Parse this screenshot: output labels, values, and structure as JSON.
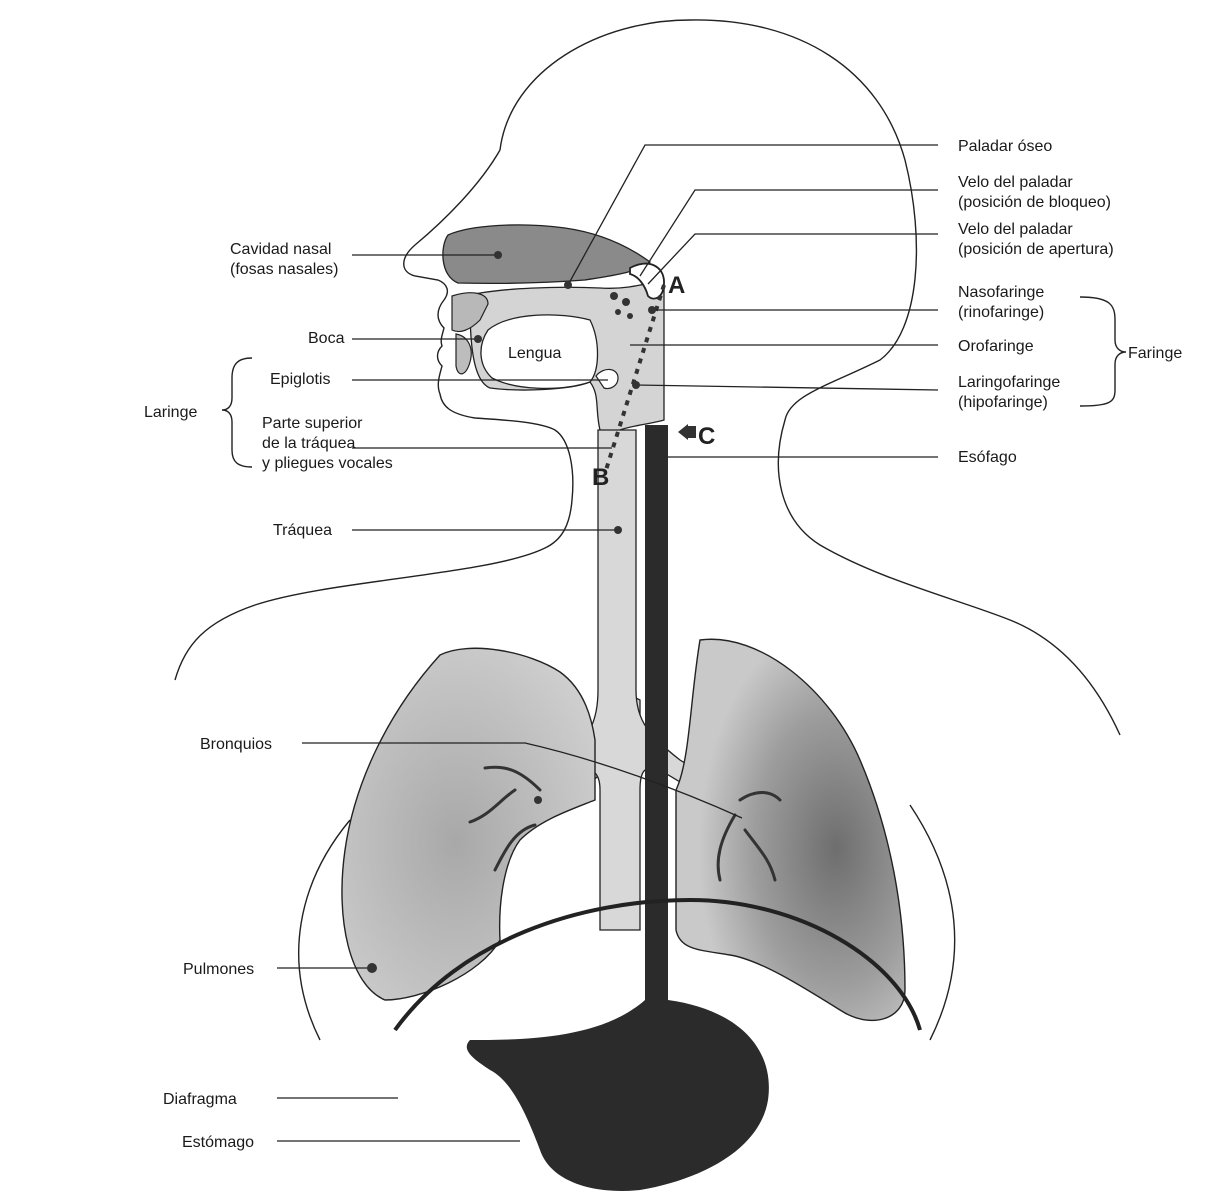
{
  "labels": {
    "paladar_oseo": "Paladar óseo",
    "velo_bloqueo_1": "Velo del paladar",
    "velo_bloqueo_2": "(posición de bloqueo)",
    "velo_apertura_1": "Velo del paladar",
    "velo_apertura_2": "(posición de apertura)",
    "nasofaringe_1": "Nasofaringe",
    "nasofaringe_2": "(rinofaringe)",
    "orofaringe": "Orofaringe",
    "laringofaringe_1": "Laringofaringe",
    "laringofaringe_2": "(hipofaringe)",
    "faringe": "Faringe",
    "esofago": "Esófago",
    "cavidad_nasal_1": "Cavidad nasal",
    "cavidad_nasal_2": "(fosas nasales)",
    "boca": "Boca",
    "lengua": "Lengua",
    "epiglotis": "Epiglotis",
    "laringe": "Laringe",
    "traquea_sup_1": "Parte superior",
    "traquea_sup_2": "de la tráquea",
    "traquea_sup_3": "y pliegues vocales",
    "traquea": "Tráquea",
    "bronquios": "Bronquios",
    "pulmones": "Pulmones",
    "diafragma": "Diafragma",
    "estomago": "Estómago",
    "marker_a": "A",
    "marker_b": "B",
    "marker_c": "C"
  },
  "colors": {
    "airway": "#d4d4d4",
    "lung": "#c8c8c8",
    "nasal": "#8a8a8a",
    "esophagus": "#2b2b2b",
    "line": "#222222"
  }
}
